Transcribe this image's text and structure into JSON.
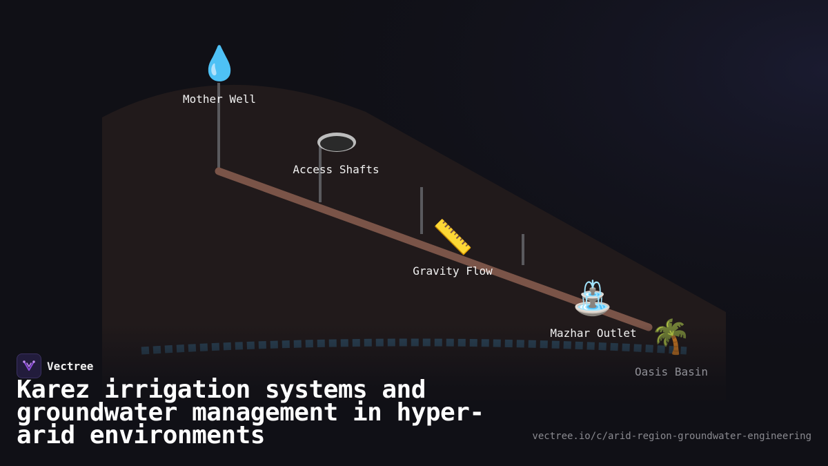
{
  "diagram": {
    "stages": [
      {
        "label": "Mother Well",
        "icon": "water-drop",
        "glyph": "💧"
      },
      {
        "label": "Access Shafts",
        "icon": "manhole-shaft"
      },
      {
        "label": "Gravity Flow",
        "icon": "ruler",
        "glyph": "📏"
      },
      {
        "label": "Mazhar Outlet",
        "icon": "fountain",
        "glyph": "⛲"
      },
      {
        "label": "Oasis Basin",
        "icon": "palm-tree",
        "glyph": "🌴"
      }
    ],
    "colors": {
      "hill": "#211a1b",
      "channel": "#7a5448",
      "shaft": "#5a5a5e",
      "water_table": "#2c4558"
    }
  },
  "brand": {
    "name": "Vectree",
    "logo_icon": "vectree-logo",
    "accent": "#8a4bd8"
  },
  "title": "Karez irrigation systems and groundwater management in hyper-arid environments",
  "url": "vectree.io/c/arid-region-groundwater-engineering"
}
